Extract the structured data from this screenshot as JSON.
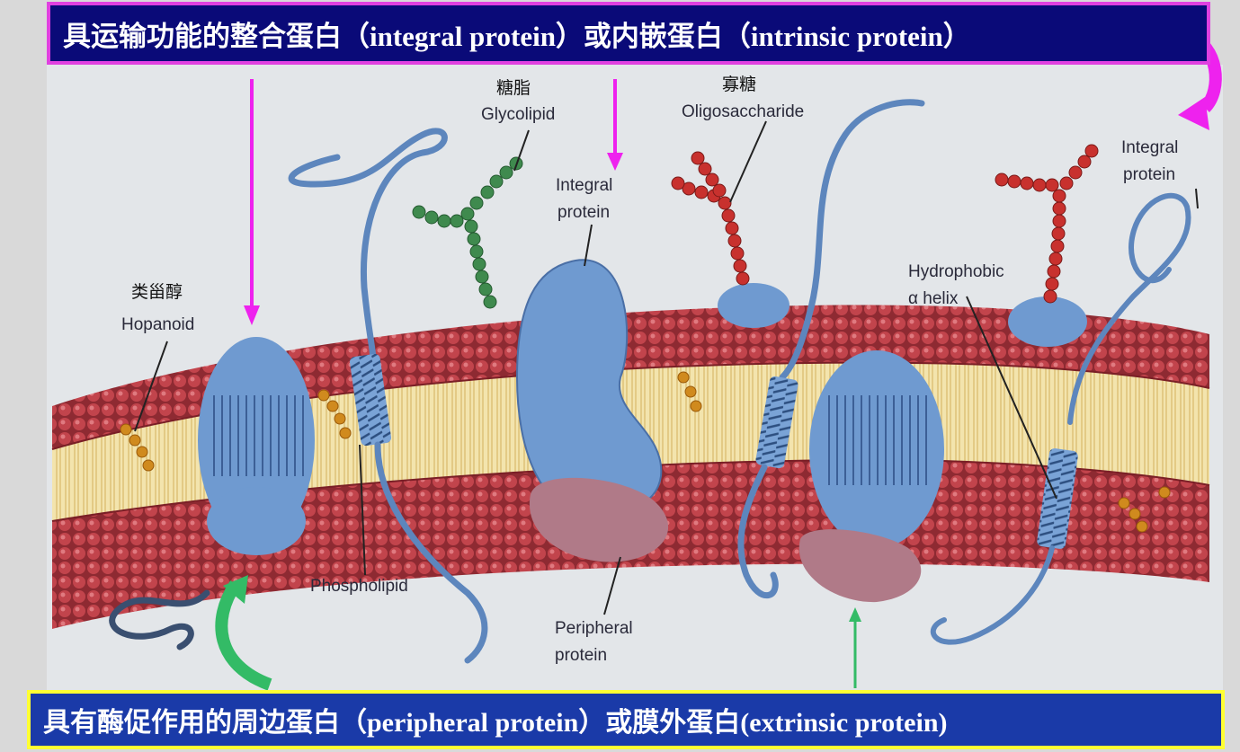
{
  "banners": {
    "top": "具运输功能的整合蛋白（integral protein）或内嵌蛋白（intrinsic protein）",
    "bottom": "具有酶促作用的周边蛋白（peripheral protein）或膜外蛋白(extrinsic protein)"
  },
  "labels": {
    "glycolipid_cn": "糖脂",
    "glycolipid_en": "Glycolipid",
    "oligosaccharide_cn": "寡糖",
    "oligosaccharide_en": "Oligosaccharide",
    "integral_center_1": "Integral",
    "integral_center_2": "protein",
    "integral_right_1": "Integral",
    "integral_right_2": "protein",
    "hydrophobic_1": "Hydrophobic",
    "hydrophobic_2": "α helix",
    "hopanoid_cn": "类甾醇",
    "hopanoid_en": "Hopanoid",
    "phospholipid": "Phospholipid",
    "peripheral_1": "Peripheral",
    "peripheral_2": "protein"
  },
  "colors": {
    "top_banner_bg": "#0a0a78",
    "top_banner_border": "#e040e0",
    "bottom_banner_bg": "#1a3aa8",
    "bottom_banner_border": "#ffff33",
    "magenta_arrow": "#ee22ee",
    "green_arrow": "#33bb66",
    "lipid_head": "#b83a42",
    "lipid_tail": "#f2e2a8",
    "integral_protein": "#6f9ad0",
    "peripheral_protein": "#b07a88",
    "glycolipid_chain": "#3f8a4e",
    "oligosaccharide_chain": "#c8312e"
  }
}
